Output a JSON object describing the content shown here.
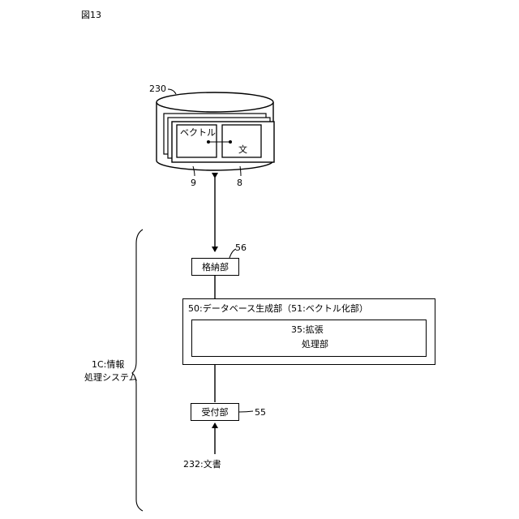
{
  "figure": {
    "label": "図13"
  },
  "database": {
    "ref": "230",
    "vector_label": "ベクトル",
    "document_label": "文",
    "vector_ref": "9",
    "document_ref": "8"
  },
  "system": {
    "label_line1": "1C:情報",
    "label_line2": "処理システム",
    "storage": {
      "label": "格納部",
      "ref": "56"
    },
    "db_generator": {
      "label": "50:データベース生成部（51:ベクトル化部）"
    },
    "expansion": {
      "line1": "35:拡張",
      "line2": "処理部"
    },
    "receiver": {
      "label": "受付部",
      "ref": "55"
    }
  },
  "input": {
    "label": "232:文書"
  }
}
